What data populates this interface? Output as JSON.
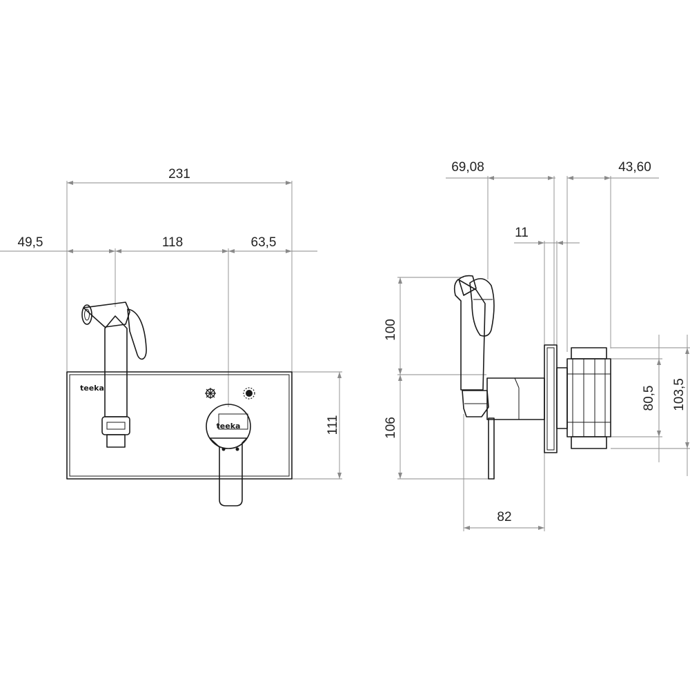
{
  "front_view": {
    "brand_logo_plate": "teeka",
    "brand_logo_handle": "teeka",
    "dimensions": {
      "overall_width": "231",
      "left_offset": "49,5",
      "center_distance": "118",
      "right_offset": "63,5",
      "plate_height": "111"
    }
  },
  "side_view": {
    "dimensions": {
      "sprayer_depth": "69,08",
      "body_depth": "43,60",
      "plate_thickness": "11",
      "upper_height": "100",
      "lower_height": "106",
      "handle_depth": "82",
      "body_height_inner": "80,5",
      "body_height_outer": "103,5"
    }
  },
  "colors": {
    "outline": "#1a1a1a",
    "dimension_line": "#8a8a8a",
    "text": "#222222",
    "background": "#ffffff"
  }
}
